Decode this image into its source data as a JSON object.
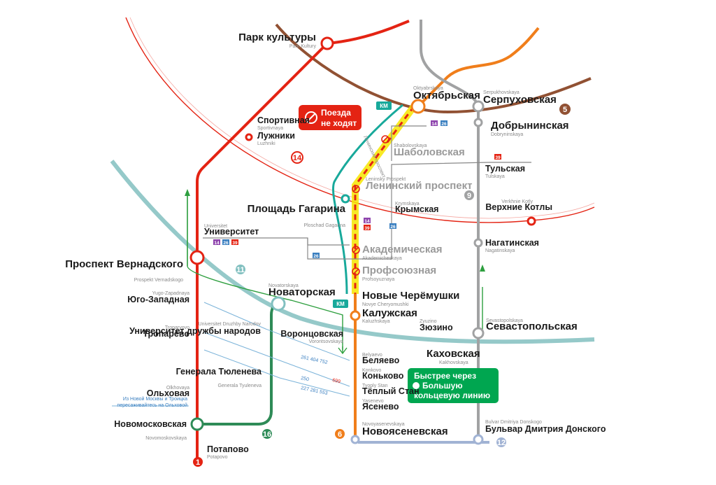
{
  "lines": [
    {
      "id": "1",
      "color": "#e42313"
    },
    {
      "id": "5",
      "color": "#915133"
    },
    {
      "id": "6",
      "color": "#f07e1b"
    },
    {
      "id": "9",
      "color": "#a1a2a3"
    },
    {
      "id": "11",
      "color": "#82c0c0"
    },
    {
      "id": "12",
      "color": "#a1b3d4"
    },
    {
      "id": "14",
      "color": "#e42313"
    },
    {
      "id": "16",
      "color": "#2e8b57"
    }
  ],
  "notice": {
    "text": "Поезда не ходят",
    "line1": "Поезда",
    "line2": "не ходят",
    "color": "#e42313"
  },
  "promo": {
    "line1": "Быстрее через",
    "line2": "Большую",
    "line3": "кольцевую линию",
    "color": "#00a650"
  },
  "note_transfer": {
    "line1": "Из Новой Москвы и Троицка",
    "line2": "пересаживайтесь на Ольховой"
  },
  "km_label": "КМ",
  "closed_section_label": "Ленинский проспект",
  "bus_routes": [
    {
      "text": "261 404 752"
    },
    {
      "text": "250"
    },
    {
      "text": "699"
    },
    {
      "text": "227 281 553"
    }
  ],
  "bus_badges": {
    "b14": "14",
    "b26": "26",
    "b39": "39"
  },
  "stations": [
    {
      "key": "park_kultury",
      "ru": "Парк культуры",
      "lat": "Park Kultury"
    },
    {
      "key": "oktyabrskaya",
      "ru": "Октябрьская",
      "lat": "Oktyabrskaya"
    },
    {
      "key": "serpukhovskaya",
      "ru": "Серпуховская",
      "lat": "Serpukhovskaya"
    },
    {
      "key": "dobryninskaya",
      "ru": "Добрынинская",
      "lat": "Dobryninskaya"
    },
    {
      "key": "sportivnaya",
      "ru": "Спортивная",
      "lat": "Sportivnaya"
    },
    {
      "key": "luzhniki",
      "ru": "Лужники",
      "lat": "Luzhniki"
    },
    {
      "key": "shabolovskaya",
      "ru": "Шаболовская",
      "lat": "Shabolovskaya"
    },
    {
      "key": "tulskaya",
      "ru": "Тульская",
      "lat": "Tulskaya"
    },
    {
      "key": "leninsky",
      "ru": "Ленинский проспект",
      "lat": "Leninsky Prospekt"
    },
    {
      "key": "krymskaya",
      "ru": "Крымская",
      "lat": "Krymskaya"
    },
    {
      "key": "verkhnie_kotly",
      "ru": "Верхние Котлы",
      "lat": "Verkhnie Kotly"
    },
    {
      "key": "ploshchad_gagarina",
      "ru": "Площадь Гагарина",
      "lat": "Ploschad Gagarina"
    },
    {
      "key": "universitet",
      "ru": "Университет",
      "lat": "Universitet"
    },
    {
      "key": "nagatinskaya",
      "ru": "Нагатинская",
      "lat": "Nagatinskaya"
    },
    {
      "key": "akademicheskaya",
      "ru": "Академическая",
      "lat": "Akademicheskaya"
    },
    {
      "key": "prospekt_vernadskogo",
      "ru": "Проспект Вернадского",
      "lat": "Prospekt Vernadskogo"
    },
    {
      "key": "profsoyuznaya",
      "ru": "Профсоюзная",
      "lat": "Profsoyuznaya"
    },
    {
      "key": "novatorskaya",
      "ru": "Новаторская",
      "lat": "Novatorskaya"
    },
    {
      "key": "novye_cheryomushki",
      "ru": "Новые Черёмушки",
      "lat": "Novye Cheryomushki"
    },
    {
      "key": "yugo_zapadnaya",
      "ru": "Юго-Западная",
      "lat": "Yugo-Zapadnaya"
    },
    {
      "key": "kaluzhskaya",
      "ru": "Калужская",
      "lat": "Kaluzhskaya"
    },
    {
      "key": "sevastopolskaya",
      "ru": "Севастопольская",
      "lat": "Sevastopolskaya"
    },
    {
      "key": "zyuzino",
      "ru": "Зюзино",
      "lat": "Zyuzino"
    },
    {
      "key": "vorontsovskaya",
      "ru": "Воронцовская",
      "lat": "Vorontsovskaya"
    },
    {
      "key": "troparyovo",
      "ru": "Тропарёво",
      "lat": "Troparyovo"
    },
    {
      "key": "universitet_druzhby",
      "ru": "Университет дружбы народов",
      "lat": "Universitet Druzhby Narodov"
    },
    {
      "key": "kakhovskaya",
      "ru": "Каховская",
      "lat": "Kakhovskaya"
    },
    {
      "key": "belyaevo",
      "ru": "Беляево",
      "lat": "Belyaevo"
    },
    {
      "key": "konkovo",
      "ru": "Коньково",
      "lat": "Konkovo"
    },
    {
      "key": "generala_tyuleneva",
      "ru": "Генерала Тюленева",
      "lat": "Generala Tyuleneva"
    },
    {
      "key": "tyoply_stan",
      "ru": "Тёплый Стан",
      "lat": "Tyoply Stan"
    },
    {
      "key": "olkhovaya",
      "ru": "Ольховая",
      "lat": "Olkhovaya"
    },
    {
      "key": "yasenevo",
      "ru": "Ясенево",
      "lat": "Yasenevo"
    },
    {
      "key": "novomoskovskaya",
      "ru": "Новомосковская",
      "lat": "Novomoskovskaya"
    },
    {
      "key": "novoyasenevskaya",
      "ru": "Новоясеневская",
      "lat": "Novoyasenevskaya"
    },
    {
      "key": "bulvar_donskogo",
      "ru": "Бульвар Дмитрия Донского",
      "lat": "Bulvar Dmitriya Donskogo"
    },
    {
      "key": "potapovo",
      "ru": "Потапово",
      "lat": "Potapovo"
    }
  ]
}
